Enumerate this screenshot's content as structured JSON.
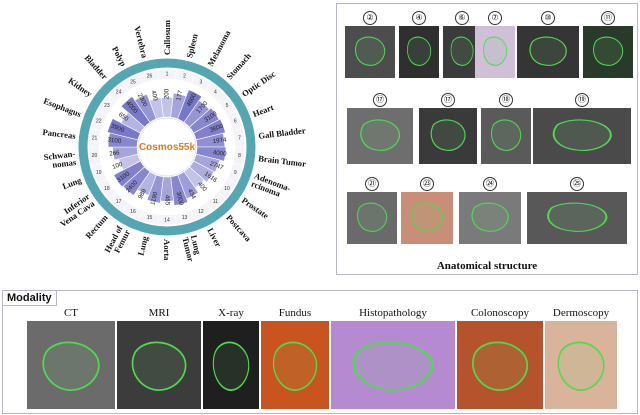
{
  "center_title": "Cosmos55k",
  "wheel": {
    "organs": [
      "Callosum",
      "Spleen",
      "Melanoma",
      "Stomach",
      "Optic Disc",
      "Heart",
      "Gall Bladder",
      "Brain Tumor",
      "Adenoma-|rcinoma",
      "Prostate",
      "Postcava",
      "Liver",
      "Lung|Tumor",
      "Aorta",
      "Lung",
      "Head of|Femur",
      "Rectum",
      "Inferior|Vena Cava",
      "Lung",
      "Schwan-|nomas",
      "Pancreas",
      "Esophagus",
      "Kidney",
      "Bladder",
      "Polyp",
      "Vertebra"
    ],
    "values": [
      "200",
      "177",
      "4600",
      "1700",
      "3100",
      "3600",
      "1974",
      "4000",
      "2747",
      "1616",
      "400",
      "434",
      "3000",
      "465",
      "1190",
      "989",
      "2400",
      "3100",
      "100",
      "266",
      "3100",
      "3900",
      "650",
      "4000",
      "2300",
      "400"
    ],
    "intensity": [
      0.3,
      0.5,
      0.8,
      0.6,
      0.7,
      0.75,
      0.65,
      0.7,
      0.5,
      0.45,
      0.3,
      0.55,
      0.7,
      0.5,
      0.6,
      0.4,
      0.7,
      0.75,
      0.3,
      0.5,
      0.7,
      0.8,
      0.4,
      0.8,
      0.6,
      0.3
    ]
  },
  "anatomical": {
    "caption": "Anatomical structure",
    "tiles": [
      {
        "num": "②",
        "color": "#4d4d4d"
      },
      {
        "num": "④",
        "color": "#2f2f2f"
      },
      {
        "num": "⑥",
        "color": "#3b3b3b"
      },
      {
        "num": "⑦",
        "color": "#cfc0d8"
      },
      {
        "num": "⑩",
        "color": "#353535"
      },
      {
        "num": "⑪",
        "color": "#2a3a2a"
      },
      {
        "num": "⑰",
        "color": "#6e6e6e"
      },
      {
        "num": "⑰",
        "color": "#3a3a3a"
      },
      {
        "num": "⑱",
        "color": "#5a5a5a"
      },
      {
        "num": "⑲",
        "color": "#4a4a4a"
      },
      {
        "num": "㉑",
        "color": "#6a6a6a"
      },
      {
        "num": "㉓",
        "color": "#c98e77"
      },
      {
        "num": "㉔",
        "color": "#7a7a7a"
      },
      {
        "num": "㉕",
        "color": "#585858"
      }
    ]
  },
  "modality": {
    "tag": "Modality",
    "items": [
      {
        "label": "CT",
        "color": "#6b6b6b"
      },
      {
        "label": "MRI",
        "color": "#3c3c3c"
      },
      {
        "label": "X-ray",
        "color": "#1f1f1f"
      },
      {
        "label": "Fundus",
        "color": "#c9541f"
      },
      {
        "label": "Histopathology",
        "color": "#b58ad0"
      },
      {
        "label": "Colonoscopy",
        "color": "#b5542c"
      },
      {
        "label": "Dermoscopy",
        "color": "#d9b39a"
      }
    ]
  }
}
